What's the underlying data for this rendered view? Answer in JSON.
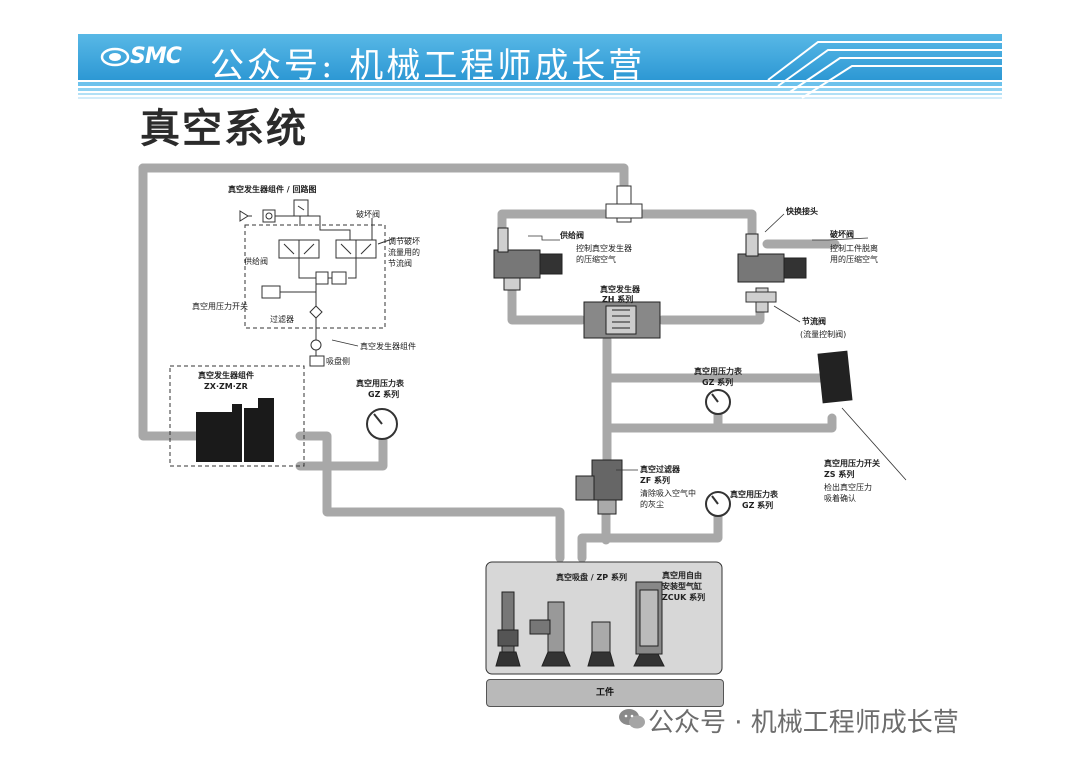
{
  "header": {
    "logo_text": "SMC",
    "banner_text": "公众号: 机械工程师成长营"
  },
  "page_title": "真空系统",
  "circuit": {
    "title": "真空发生器组件 / 回路图",
    "labels": {
      "break_valve": "破坏阀",
      "supply_valve": "供给阀",
      "adjust_1": "调节破坏",
      "adjust_2": "流量用的",
      "adjust_3": "节流阀",
      "pressure_switch": "真空用压力开关",
      "filter": "过滤器",
      "generator_unit": "真空发生器组件",
      "pad_side": "吸盘侧"
    }
  },
  "components": {
    "unit_title": "真空发生器组件",
    "unit_series": "ZX·ZM·ZR",
    "gauge_left_title": "真空用压力表",
    "gauge_left_series": "GZ 系列",
    "supply_valve": "供给阀",
    "supply_desc_1": "控制真空发生器",
    "supply_desc_2": "的压缩空气",
    "quick_coupling": "快换接头",
    "break_valve": "破坏阀",
    "break_desc_1": "控制工件脱离",
    "break_desc_2": "用的压缩空气",
    "ejector_title": "真空发生器",
    "ejector_series": "ZH 系列",
    "throttle": "节流阀",
    "throttle_desc": "(流量控制阀)",
    "gauge_mid_title": "真空用压力表",
    "gauge_mid_series": "GZ 系列",
    "filter_title": "真空过滤器",
    "filter_series": "ZF 系列",
    "filter_desc_1": "清除吸入空气中",
    "filter_desc_2": "的灰尘",
    "gauge_right_title": "真空用压力表",
    "gauge_right_series": "GZ 系列",
    "switch_title": "真空用压力开关",
    "switch_series": "ZS 系列",
    "switch_desc_1": "检出真空压力",
    "switch_desc_2": "吸着确认",
    "pad_title": "真空吸盘 / ZP 系列",
    "cyl_title_1": "真空用自由",
    "cyl_title_2": "安装型气缸",
    "cyl_title_3": "ZCUK 系列",
    "workpiece": "工件"
  },
  "watermark": "公众号 · 机械工程师成长营",
  "colors": {
    "banner_blue": "#3aa6de",
    "pipe_gray": "#a8a8a8",
    "component_dark": "#1a1a1a"
  }
}
